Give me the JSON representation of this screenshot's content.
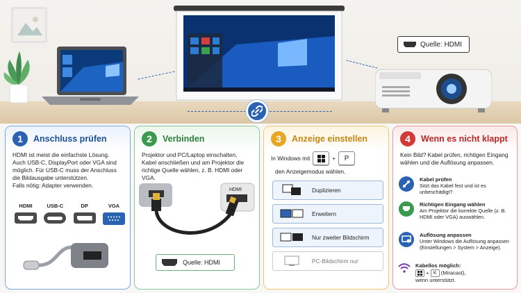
{
  "scene": {
    "projector_source_label": "Quelle: HDMI"
  },
  "steps": [
    {
      "number": "1",
      "title": "Anschluss prüfen",
      "color": "#2b62b1",
      "text": "HDMI ist meist die einfachste Lösung. Auch USB-C, DisplayPort oder VGA sind möglich. Für USB-C muss der Anschluss die Bildausgabe unterstützen.",
      "text2": "Falls nötig: Adapter verwenden.",
      "ports": [
        "HDMI",
        "USB-C",
        "DP",
        "VGA"
      ]
    },
    {
      "number": "2",
      "title": "Verbinden",
      "color": "#3b9a4f",
      "text": "Projektor und PC/Laptop einschalten, Kabel anschließen und am Projektor die richtige Quelle wählen, z. B. HDMI oder VGA.",
      "port_label": "HDMI",
      "source_label": "Quelle: HDMI"
    },
    {
      "number": "3",
      "title": "Anzeige einstellen",
      "color": "#e7a623",
      "shortcut_prefix": "In Windows mit",
      "shortcut_plus": "+",
      "shortcut_key": "P",
      "shortcut_suffix": "den Anzeigemodus wählen.",
      "modes": [
        "Duplizieren",
        "Erweitern",
        "Nur zweiter Bildschirm",
        "PC-Bildschirm nur"
      ]
    },
    {
      "number": "4",
      "title": "Wenn es nicht klappt",
      "color": "#d23a3a",
      "text": "Kein Bild? Kabel prüfen, richtigen Eingang wählen und die Auflösung anpassen.",
      "tips": [
        {
          "title": "Kabel prüfen",
          "text": "Sitzt das Kabel fest und ist es unbeschädigt?",
          "icon": "cable-icon",
          "color": "#2b62b1"
        },
        {
          "title": "Richtigen Eingang wählen",
          "text": "Am Projektor die korrekte Quelle (z. B. HDMI oder VGA) auswählen.",
          "icon": "input-icon",
          "color": "#3b9a4f"
        },
        {
          "title": "Auflösung anpassen",
          "text": "Unter Windows die Auflösung anpassen (Einstellungen > System > Anzeige).",
          "icon": "display-settings-icon",
          "color": "#2b62b1"
        }
      ],
      "wireless_title": "Kabellos möglich:",
      "wireless_key": "K",
      "wireless_plus": "+",
      "wireless_note": "(Miracast),",
      "wireless_note2": "wenn unterstützt."
    }
  ]
}
